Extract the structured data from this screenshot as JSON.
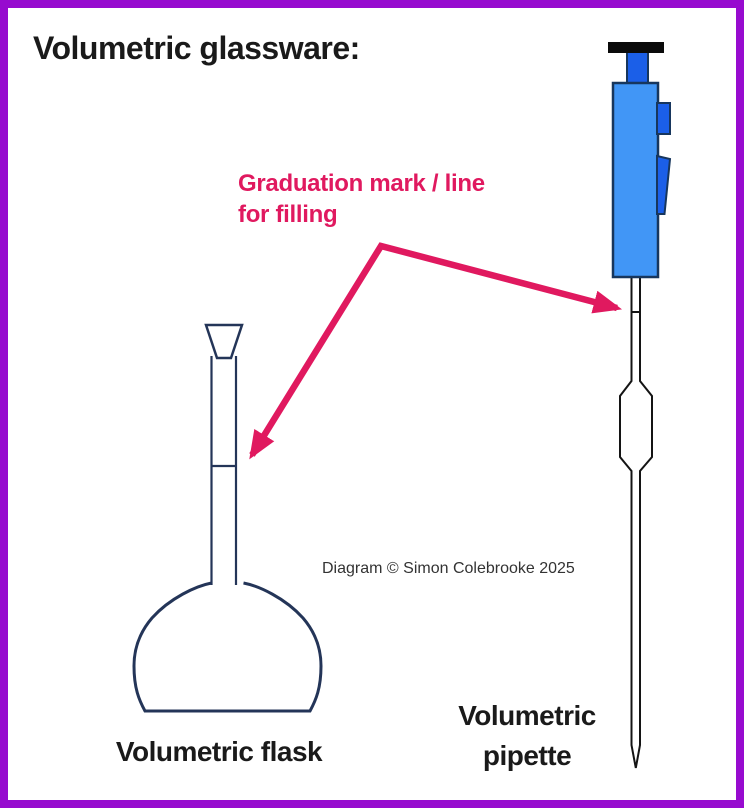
{
  "title": "Volumetric glassware:",
  "annotation": {
    "line1": "Graduation mark / line",
    "line2": "for filling"
  },
  "credit": "Diagram © Simon Colebrooke 2025",
  "labels": {
    "flask": "Volumetric flask",
    "pipette_line1": "Volumetric",
    "pipette_line2": "pipette"
  },
  "colors": {
    "frame": "#970BCF",
    "background": "#FFFFFF",
    "title-text": "#1A1A1A",
    "annotation-pink": "#E0195F",
    "arrow-pink": "#E0195F",
    "glass-outline": "#243558",
    "pipette-outline": "#141414",
    "pipette-body": "#4196F6",
    "pipette-accent": "#1B5FE8",
    "pipette-dark-outline": "#17365D",
    "cap-black": "#0A0A0A",
    "credit-text": "#333333",
    "label-text": "#1A1A1A"
  }
}
